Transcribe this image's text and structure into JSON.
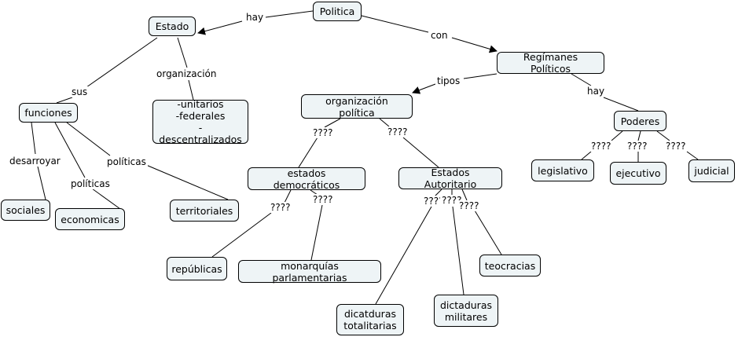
{
  "nodes": {
    "politica": "Politica",
    "estado": "Estado",
    "regimenes": "Regímanes Políticos",
    "funciones": "funciones",
    "estado_organizacion": "-unitarios\n-federales\n-descentralizados",
    "org_politica": "organización política",
    "poderes": "Poderes",
    "sociales": "sociales",
    "economicas": "economicas",
    "territoriales": "territoriales",
    "estados_democraticos": "estados democráticos",
    "estados_autoritario": "Estados Autoritario",
    "legislativo": "legislativo",
    "ejecutivo": "ejecutivo",
    "judicial": "judicial",
    "republicas": "repúblicas",
    "monarquias": "monarquías parlamentarias",
    "teocracias": "teocracias",
    "dictaduras_totalitarias": "dicatduras\ntotalitarias",
    "dictaduras_militares": "dictaduras\nmilitares"
  },
  "links": {
    "hay_estado": "hay",
    "con": "con",
    "sus": "sus",
    "organizacion": "organización",
    "tipos": "tipos",
    "hay_poderes": "hay",
    "desarroyar": "desarroyar",
    "politicas_economicas": "políticas",
    "politicas_territoriales": "políticas",
    "q_democraticos": "????",
    "q_autoritario": "????",
    "q_legislativo": "????",
    "q_ejecutivo": "????",
    "q_judicial": "????",
    "q_republicas": "????",
    "q_monarquias": "????",
    "q_totalitarias": "????",
    "q_militares": "????",
    "q_teocracias": "????"
  }
}
